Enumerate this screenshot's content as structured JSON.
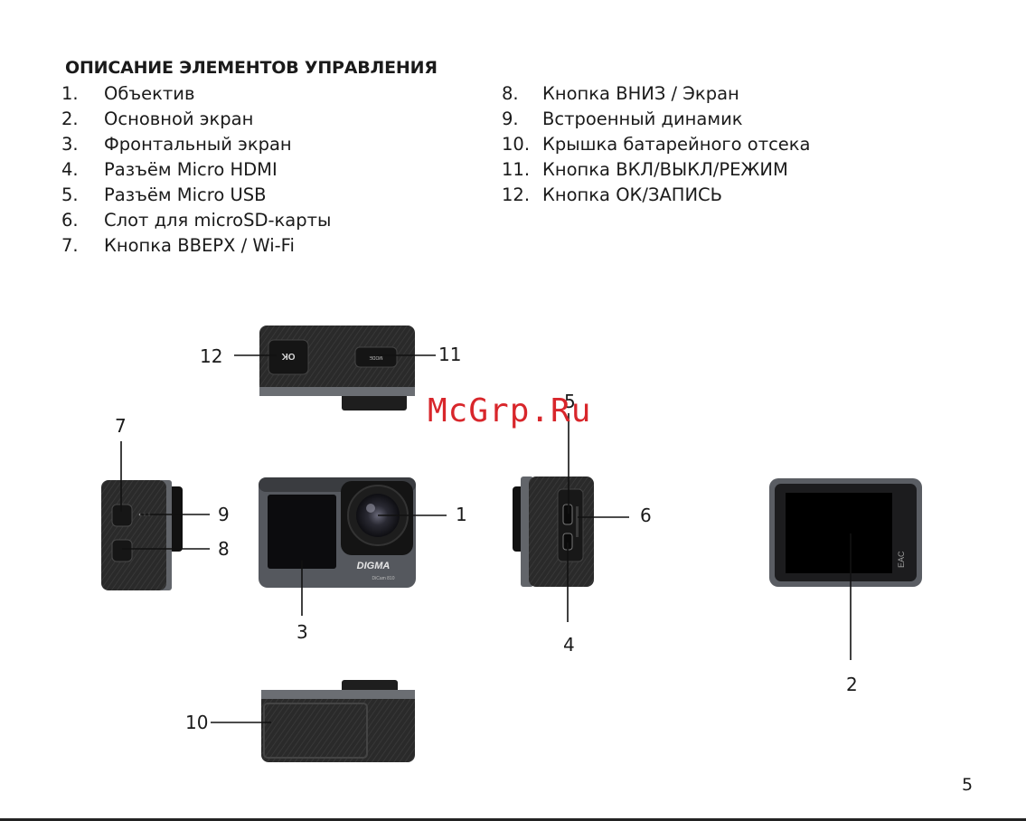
{
  "heading": "ОПИСАНИЕ ЭЛЕМЕНТОВ УПРАВЛЕНИЯ",
  "list_left": [
    {
      "num": "1.",
      "text": "Объектив"
    },
    {
      "num": "2.",
      "text": "Основной экран"
    },
    {
      "num": "3.",
      "text": "Фронтальный экран"
    },
    {
      "num": "4.",
      "text": "Разъём Micro HDMI"
    },
    {
      "num": "5.",
      "text": "Разъём Micro USB"
    },
    {
      "num": "6.",
      "text": "Слот для microSD-карты"
    },
    {
      "num": "7.",
      "text": "Кнопка ВВЕРХ / Wi-Fi"
    }
  ],
  "list_right": [
    {
      "num": "8.",
      "text": "Кнопка ВНИЗ / Экран"
    },
    {
      "num": "9.",
      "text": "Встроенный динамик"
    },
    {
      "num": "10.",
      "text": "Крышка батарейного отсека"
    },
    {
      "num": "11.",
      "text": "Кнопка ВКЛ/ВЫКЛ/РЕЖИМ"
    },
    {
      "num": "12.",
      "text": "Кнопка ОК/ЗАПИСЬ"
    }
  ],
  "callouts": {
    "c1": "1",
    "c2": "2",
    "c3": "3",
    "c4": "4",
    "c5": "5",
    "c6": "6",
    "c7": "7",
    "c8": "8",
    "c9": "9",
    "c10": "10",
    "c11": "11",
    "c12": "12"
  },
  "device_labels": {
    "ok": "OK",
    "mode": "MODE",
    "brand": "DIGMA",
    "model": "DiCam 810",
    "eac": "EAC"
  },
  "watermark": "McGrp.Ru",
  "page_number": "5"
}
